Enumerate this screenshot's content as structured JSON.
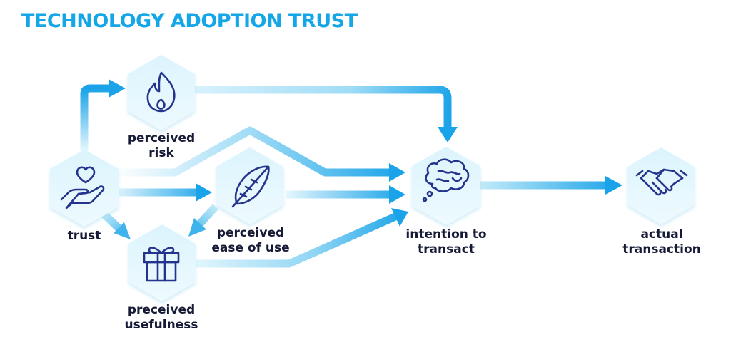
{
  "title": "TECHNOLOGY ADOPTION TRUST",
  "colors": {
    "title": "#14a6e6",
    "arrow": "#1aa3e8",
    "arrow_light": "#bfe9f8",
    "hexagon_fill": "#e7f7fd",
    "icon": "#24348c",
    "label": "#161a36"
  },
  "nodes": {
    "trust": {
      "lines": [
        "trust"
      ],
      "icon": "heart-in-hand-icon"
    },
    "risk": {
      "lines": [
        "perceived",
        "risk"
      ],
      "icon": "flame-icon"
    },
    "ease": {
      "lines": [
        "perceived",
        "ease of use"
      ],
      "icon": "feather-icon"
    },
    "usefulness": {
      "lines": [
        "preceived",
        "usefulness"
      ],
      "icon": "gift-icon"
    },
    "intention": {
      "lines": [
        "intention to",
        "transact"
      ],
      "icon": "brain-thought-icon"
    },
    "transaction": {
      "lines": [
        "actual",
        "transaction"
      ],
      "icon": "handshake-icon"
    }
  },
  "edges": [
    {
      "from": "trust",
      "to": "risk"
    },
    {
      "from": "trust",
      "to": "intention"
    },
    {
      "from": "trust",
      "to": "ease"
    },
    {
      "from": "trust",
      "to": "usefulness"
    },
    {
      "from": "risk",
      "to": "intention"
    },
    {
      "from": "ease",
      "to": "intention"
    },
    {
      "from": "ease",
      "to": "usefulness"
    },
    {
      "from": "usefulness",
      "to": "intention"
    },
    {
      "from": "intention",
      "to": "transaction"
    }
  ]
}
